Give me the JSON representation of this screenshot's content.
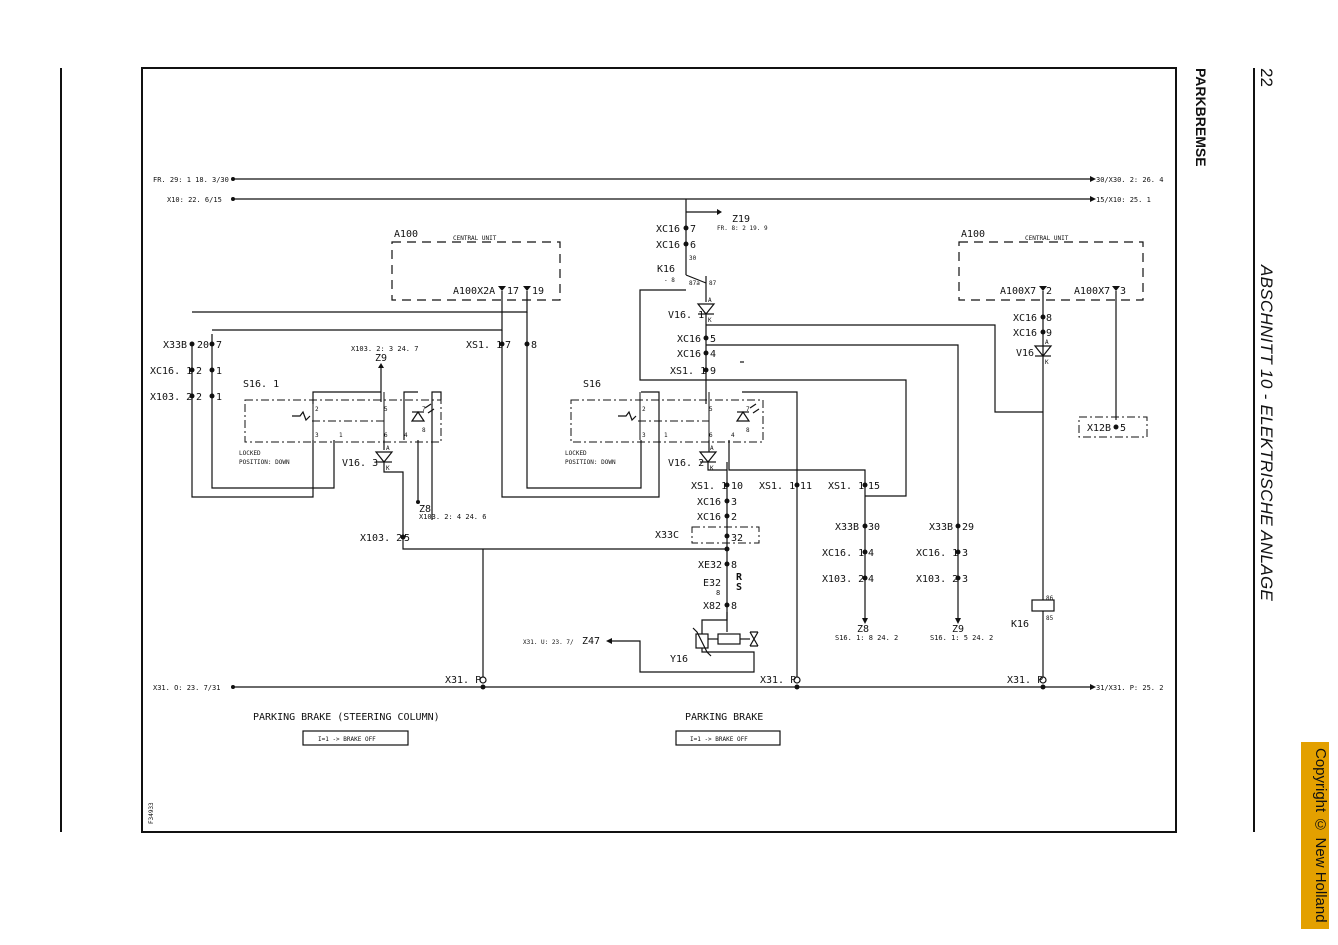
{
  "page": {
    "page_number": "22",
    "section_title": "ABSCHNITT 10 - ELEKTRISCHE ANLAGE",
    "heading": "PARKBREMSE",
    "copyright": "Copyright © New Holland",
    "figure_code": "F34933"
  },
  "rails": {
    "r30_left": "FR. 29: 1  18. 3/30",
    "r30_right": "30/X30. 2:  26. 4",
    "r15_left": "X10:  22. 6/15",
    "r15_right": "15/X10:  25. 1",
    "r31_left": "X31. O:  23. 7/31",
    "r31_right": "31/X31. P:  25. 2"
  },
  "units": {
    "a100_left": {
      "name": "A100",
      "caption": "CENTRAL UNIT",
      "pin_a": "A100X2A",
      "pin_a_no": "17",
      "pin_b_no": "19"
    },
    "a100_right": {
      "name": "A100",
      "caption": "CENTRAL UNIT",
      "pin_a": "A100X7",
      "pin_a_no": "2",
      "pin_b": "A100X7",
      "pin_b_no": "3"
    }
  },
  "left_switch": {
    "name": "S16. 1",
    "locked_1": "LOCKED",
    "locked_2": "POSITION: DOWN",
    "diode": "V16. 3",
    "z9": "Z9",
    "z9_ref": "X103. 2: 3  24. 7",
    "z8": "Z8",
    "z8_ref": "X103. 2: 4  24. 6",
    "x33b": "X33B",
    "x33b_pins": "20",
    "x33b_pin2": "7",
    "xc161": "XC16. 1",
    "xc161_pins": "2",
    "xc161_pin2": "1",
    "x1032": "X103. 2",
    "x1032_pins": "2",
    "x1032_pin2": "1",
    "xs11": "XS1. 1",
    "xs11_pin": "7",
    "xs11_pin2": "8",
    "x1032_lower": "X103. 2",
    "x1032_lower_pin": "5"
  },
  "center": {
    "s16": "S16",
    "locked_1": "LOCKED",
    "locked_2": "POSITION: DOWN",
    "z19": "Z19",
    "z19_ref": "FR. 8: 2  19. 9",
    "xc16_a": "XC16",
    "xc16_a_pin": "7",
    "xc16_b": "XC16",
    "xc16_b_pin": "6",
    "k16": "K16",
    "k16_sub": "- 8",
    "k16_30": "30",
    "k16_87a": "87a",
    "k16_87": "87",
    "v161": "V16. 1",
    "xc16_c": "XC16",
    "xc16_c_pin": "5",
    "xc16_d": "XC16",
    "xc16_d_pin": "4",
    "xs11_a": "XS1. 1",
    "xs11_a_pin": "9",
    "v162": "V16. 2",
    "xs11_b": "XS1. 1",
    "xs11_b_pin": "10",
    "xs11_c": "XS1. 1",
    "xs11_c_pin": "11",
    "xs11_d": "XS1. 1",
    "xs11_d_pin": "15",
    "xc16_e": "XC16",
    "xc16_e_pin": "3",
    "xc16_f": "XC16",
    "xc16_f_pin": "2",
    "x33c": "X33C",
    "x33c_pin": "32",
    "xe32": "XE32",
    "xe32_pin": "8",
    "e32": "E32",
    "e32_sub": "8",
    "x82": "X82",
    "x82_pin": "8",
    "y16": "Y16",
    "z47": "Z47",
    "z47_ref": "X31. U:  23. 7/"
  },
  "right": {
    "x33b_a": "X33B",
    "x33b_a_pin": "30",
    "xc161_a": "XC16. 1",
    "xc161_a_pin": "4",
    "x1032_a": "X103. 2",
    "x1032_a_pin": "4",
    "z8": "Z8",
    "z8_ref": "S16. 1: 8  24. 2",
    "x33b_b": "X33B",
    "x33b_b_pin": "29",
    "xc161_b": "XC16. 1",
    "xc161_b_pin": "3",
    "x1032_b": "X103. 2",
    "x1032_b_pin": "3",
    "z9": "Z9",
    "z9_ref": "S16. 1: 5  24. 2",
    "xc16_g": "XC16",
    "xc16_g_pin": "8",
    "xc16_h": "XC16",
    "xc16_h_pin": "9",
    "v16": "V16",
    "x12b": "X12B",
    "x12b_pin": "5",
    "k16": "K16",
    "k16_86": "86",
    "k16_85": "85"
  },
  "ground": {
    "x31p_1": "X31. P",
    "x31p_2": "X31. P",
    "x31p_3": "X31. P"
  },
  "captions": {
    "left_title": "PARKING BRAKE (STEERING COLUMN)",
    "left_box": "I=1 -> BRAKE OFF",
    "right_title": "PARKING BRAKE",
    "right_box": "I=1 -> BRAKE OFF"
  }
}
